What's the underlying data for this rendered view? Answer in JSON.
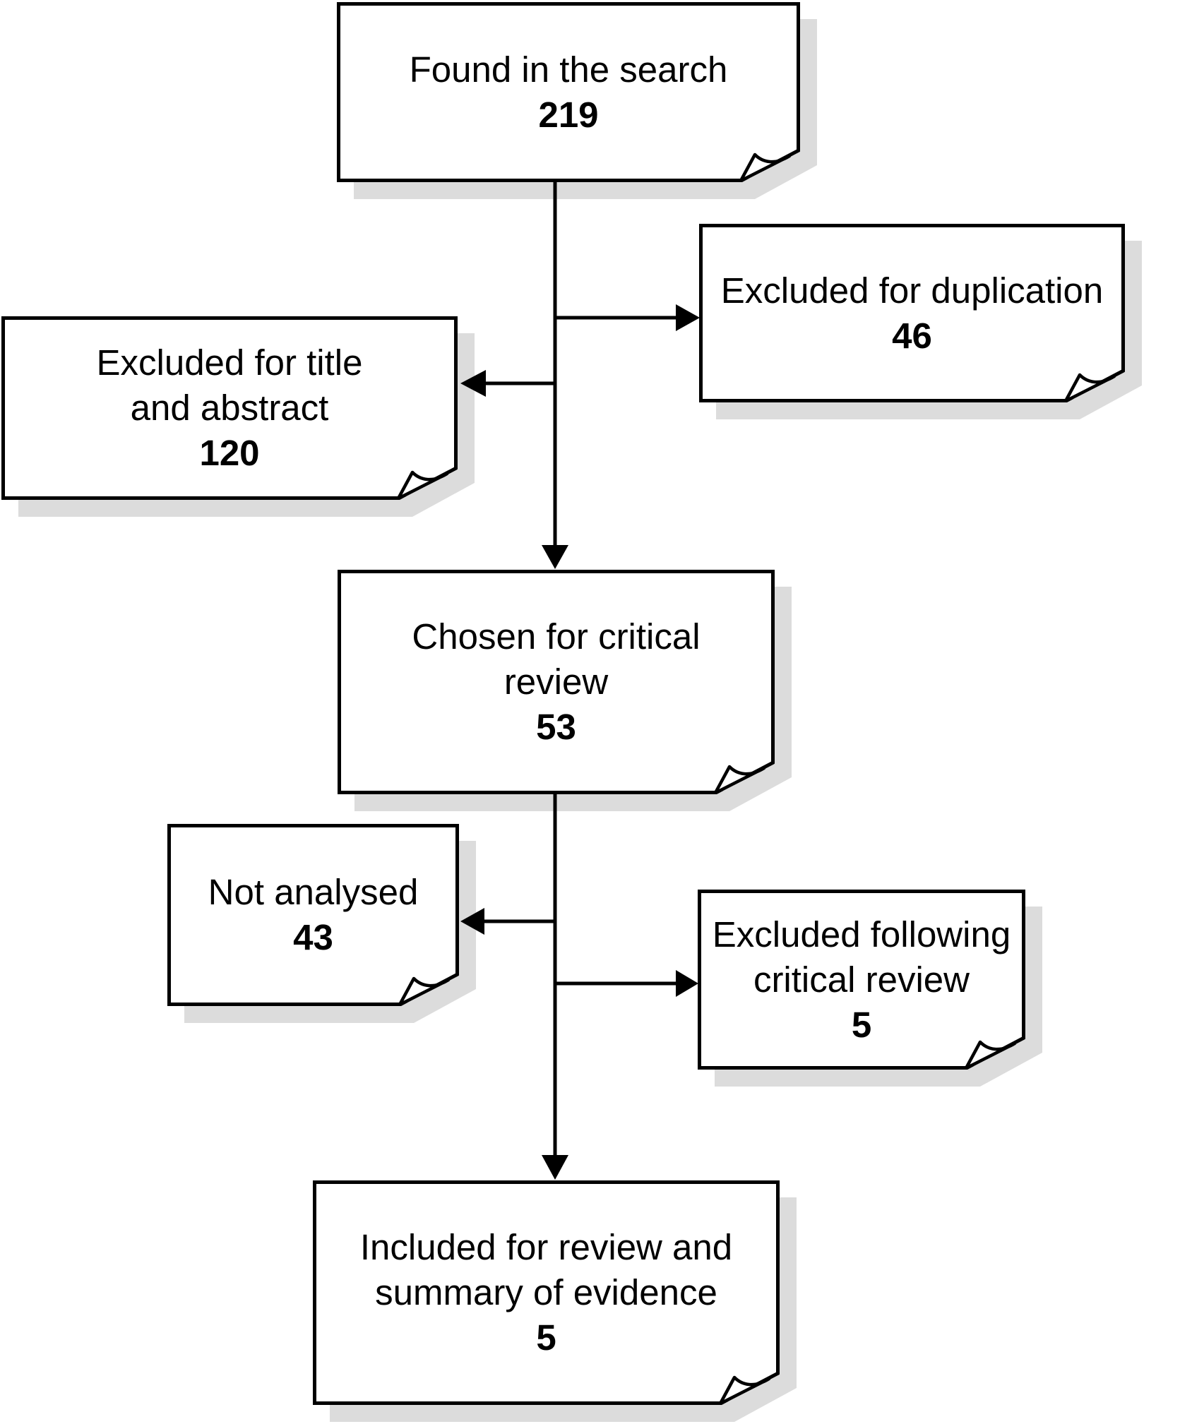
{
  "boxes": {
    "found": {
      "label": "Found in the search",
      "count": "219"
    },
    "duplication": {
      "label": "Excluded for duplication",
      "count": "46"
    },
    "title_abstract": {
      "label": "Excluded for title\nand abstract",
      "count": "120"
    },
    "chosen": {
      "label": "Chosen for critical\nreview",
      "count": "53"
    },
    "not_analysed": {
      "label": "Not analysed",
      "count": "43"
    },
    "excluded_review": {
      "label": "Excluded following\ncritical review",
      "count": "5"
    },
    "included": {
      "label": "Included for review and\nsummary of evidence",
      "count": "5"
    }
  },
  "connections": [
    {
      "from": "found",
      "to": "duplication"
    },
    {
      "from": "found",
      "to": "title_abstract"
    },
    {
      "from": "found",
      "to": "chosen"
    },
    {
      "from": "chosen",
      "to": "not_analysed"
    },
    {
      "from": "chosen",
      "to": "excluded_review"
    },
    {
      "from": "chosen",
      "to": "included"
    }
  ],
  "colors": {
    "page_bg": "#ffffff",
    "box_fill": "#ffffff",
    "box_border": "#000000",
    "shadow_color": "#dcdcdc",
    "arrow_color": "#000000",
    "text_color": "#000000"
  }
}
